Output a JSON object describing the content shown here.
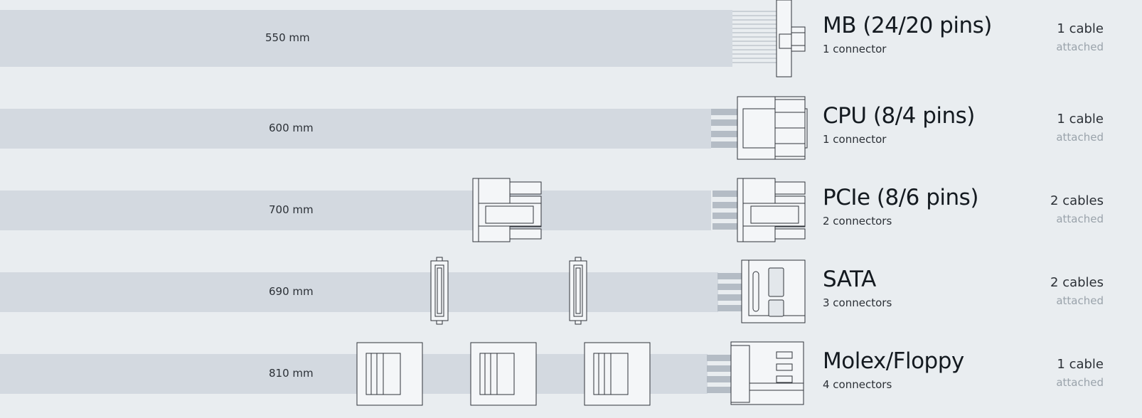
{
  "cables": [
    {
      "length": "550 mm",
      "name": "MB (24/20 pins)",
      "connectors": "1 connector",
      "count": "1 cable",
      "status": "attached"
    },
    {
      "length": "600 mm",
      "name": "CPU (8/4 pins)",
      "connectors": "1 connector",
      "count": "1 cable",
      "status": "attached"
    },
    {
      "length": "700 mm",
      "name": "PCIe (8/6 pins)",
      "connectors": "2 connectors",
      "count": "2 cables",
      "status": "attached"
    },
    {
      "length": "690 mm",
      "name": "SATA",
      "connectors": "3 connectors",
      "count": "2 cables",
      "status": "attached"
    },
    {
      "length": "810 mm",
      "name": "Molex/Floppy",
      "connectors": "4 connectors",
      "count": "1 cable",
      "status": "attached"
    }
  ],
  "colors": {
    "background": "#e9edf0",
    "cable": "#d3d9e0",
    "pin": "#b4bcc5",
    "outline": "#30343a",
    "muted": "#9aa3ab"
  }
}
